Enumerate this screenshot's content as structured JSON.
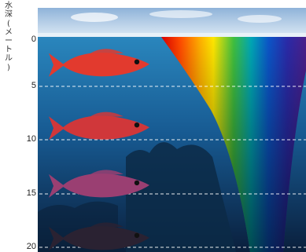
{
  "axis": {
    "title_chars": [
      "水",
      "深"
    ],
    "unit_chars": [
      "(",
      "メ",
      "ー",
      "ト",
      "ル",
      ")"
    ],
    "depth_ticks": [
      "0",
      "5",
      "10",
      "15",
      "20"
    ]
  },
  "fish": [
    {
      "depth": 2,
      "color": "#e23a2e"
    },
    {
      "depth": 8,
      "color": "#d0373a"
    },
    {
      "depth": 13.5,
      "color": "#9a3f72"
    },
    {
      "depth": 18.5,
      "color": "#2a2232"
    }
  ],
  "spectrum_colors": [
    "#d80000",
    "#ff4a00",
    "#ffb000",
    "#ffe600",
    "#3fbf3f",
    "#00a7b5",
    "#0b56c8",
    "#2a2aa8",
    "#4a1f8a"
  ],
  "colors": {
    "sky": "#c9dbee",
    "water_top": "#2a7fb6",
    "water_bottom": "#0b2545",
    "gridline": "#ffffff"
  }
}
